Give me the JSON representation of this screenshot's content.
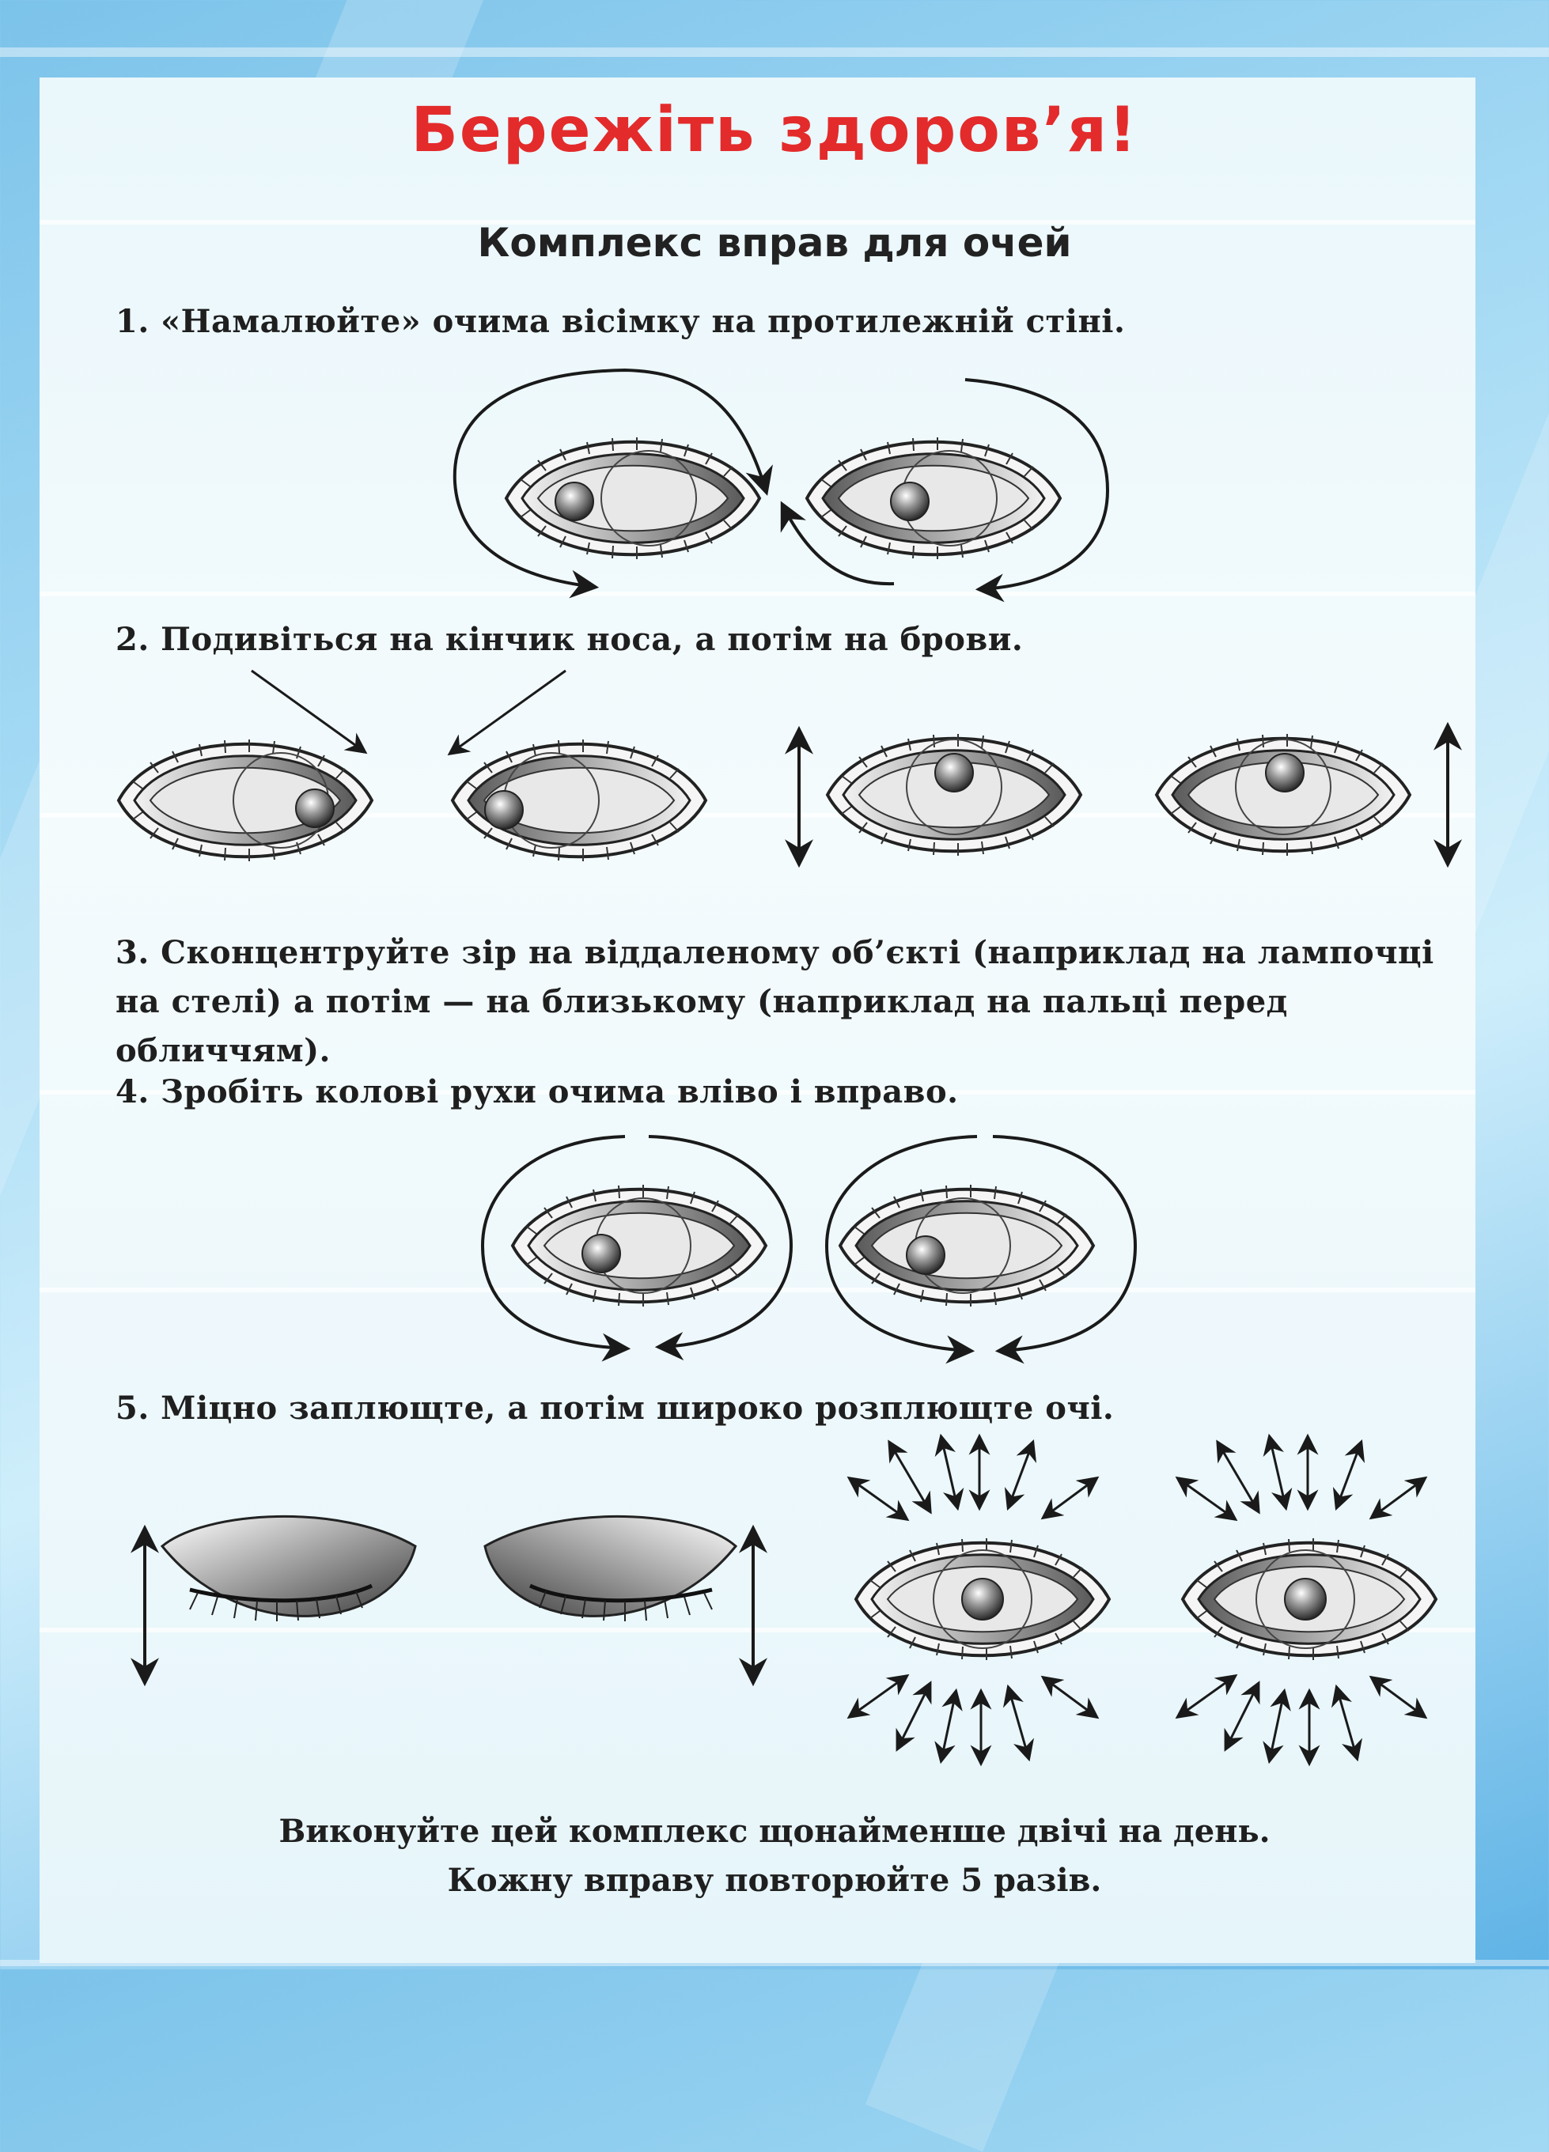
{
  "title": "Бережіть здоров’я!",
  "subtitle": "Комплекс вправ для очей",
  "steps": [
    {
      "text": "1. «Намалюйте» очима вісімку на протилежній стіні."
    },
    {
      "text": "2. Подивіться на кінчик носа, а потім на брови."
    },
    {
      "text": "3. Сконцентруйте зір на віддаленому об’єкті (наприклад на лампочці на стелі) а потім — на близькому (наприклад на пальці перед обличчям)."
    },
    {
      "text": "4. Зробіть колові рухи очима вліво і вправо."
    },
    {
      "text": "5. Міцно заплющте, а потім широко розплющте очі."
    }
  ],
  "footer": {
    "line1": "Виконуйте цей комплекс щонайменше двічі на день.",
    "line2": "Кожну вправу повторюйте 5 разів."
  },
  "colors": {
    "title": "#e32b2b",
    "text": "#1f1f1f",
    "panel": "#eef8fb"
  }
}
